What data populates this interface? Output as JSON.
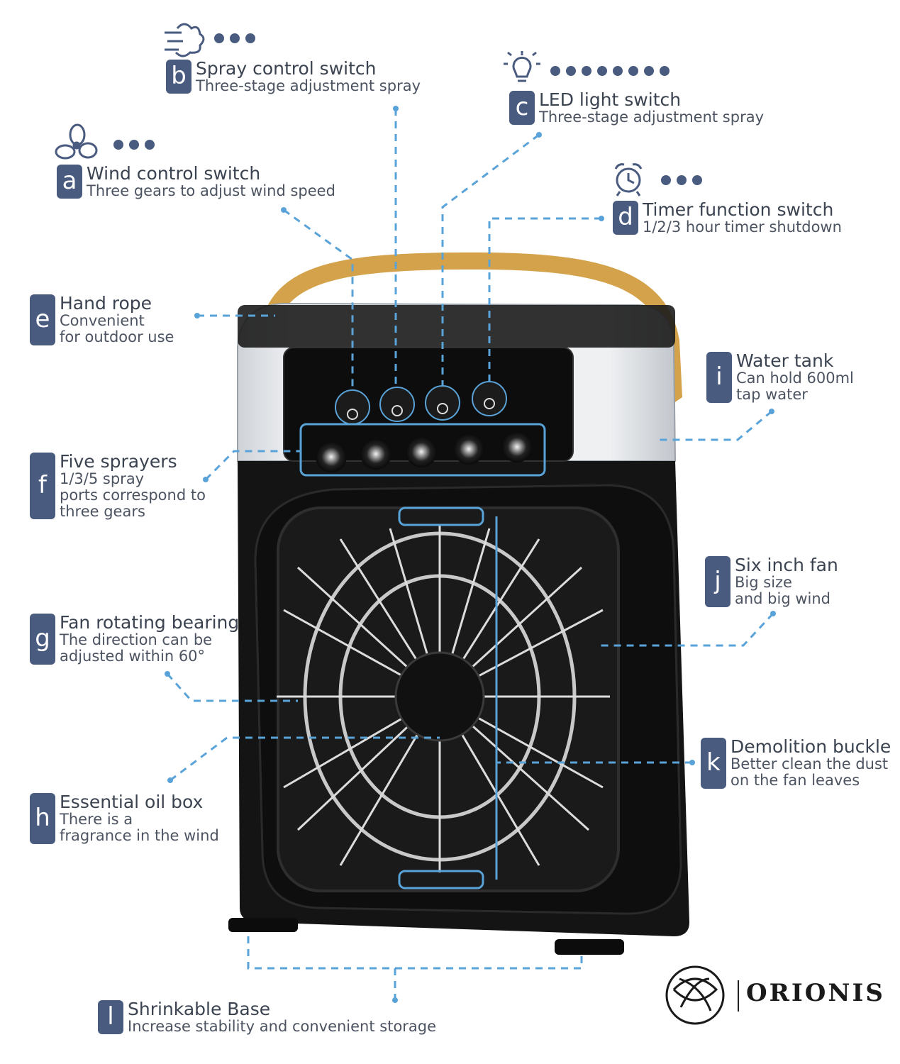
{
  "features": [
    {
      "letter": "a",
      "title": "Wind control switch",
      "lines": [
        "Three gears to adjust wind speed"
      ]
    },
    {
      "letter": "b",
      "title": "Spray control switch",
      "lines": [
        "Three-stage adjustment spray"
      ]
    },
    {
      "letter": "c",
      "title": "LED light switch",
      "lines": [
        "Three-stage adjustment spray"
      ]
    },
    {
      "letter": "d",
      "title": "Timer function switch",
      "lines": [
        "1/2/3 hour timer shutdown"
      ]
    },
    {
      "letter": "e",
      "title": "Hand rope",
      "lines": [
        "Convenient",
        "for outdoor use"
      ]
    },
    {
      "letter": "f",
      "title": "Five sprayers",
      "lines": [
        "1/3/5 spray",
        "ports correspond to",
        "three gears"
      ]
    },
    {
      "letter": "g",
      "title": "Fan rotating bearing",
      "lines": [
        "The direction can be",
        "adjusted within 60°"
      ]
    },
    {
      "letter": "h",
      "title": "Essential oil box",
      "lines": [
        "There is a",
        "fragrance in the wind"
      ]
    },
    {
      "letter": "i",
      "title": "Water tank",
      "lines": [
        "Can hold 600ml",
        "tap water"
      ]
    },
    {
      "letter": "j",
      "title": "Six inch fan",
      "lines": [
        "Big size",
        "and big wind"
      ]
    },
    {
      "letter": "k",
      "title": "Demolition buckle",
      "lines": [
        "Better clean the dust",
        "on the fan leaves"
      ]
    },
    {
      "letter": "l",
      "title": "Shrinkable Base",
      "lines": [
        "Increase stability and convenient storage"
      ]
    }
  ],
  "brand": {
    "name": "ORIONIS"
  },
  "colors": {
    "badge": "#4a5b80",
    "line": "#5aa3d8",
    "device": "#141414",
    "handle": "#d4a24a"
  },
  "icons": [
    "fan-icon",
    "wind-icon",
    "bulb-icon",
    "alarm-clock-icon",
    "orionis-logo-icon"
  ]
}
